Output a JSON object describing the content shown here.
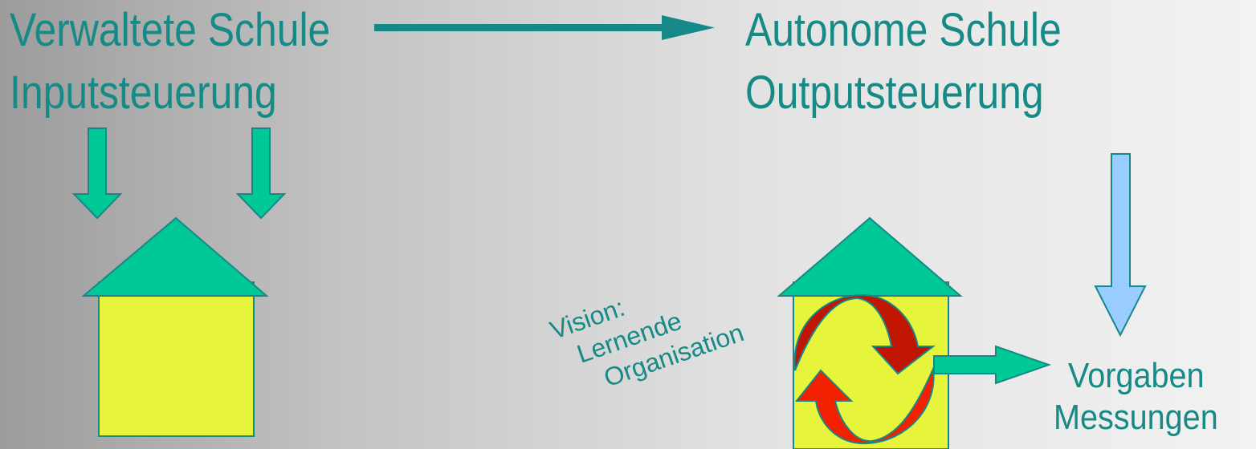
{
  "colors": {
    "text": "#158a86",
    "roof": "#00c896",
    "wall": "#e6f53c",
    "outline": "#168888",
    "arrow_green": "#00c896",
    "arrow_blue": "#99ccff",
    "cycle_dark": "#b81400",
    "cycle_light": "#f02000"
  },
  "left": {
    "title": "Verwaltete Schule",
    "subtitle": "Inputsteuerung"
  },
  "right": {
    "title": "Autonome Schule",
    "subtitle": "Outputsteuerung"
  },
  "vision": {
    "line1": "Vision:",
    "line2": "Lernende",
    "line3": "Organisation"
  },
  "output": {
    "line1": "Vorgaben",
    "line2": "Messungen"
  }
}
